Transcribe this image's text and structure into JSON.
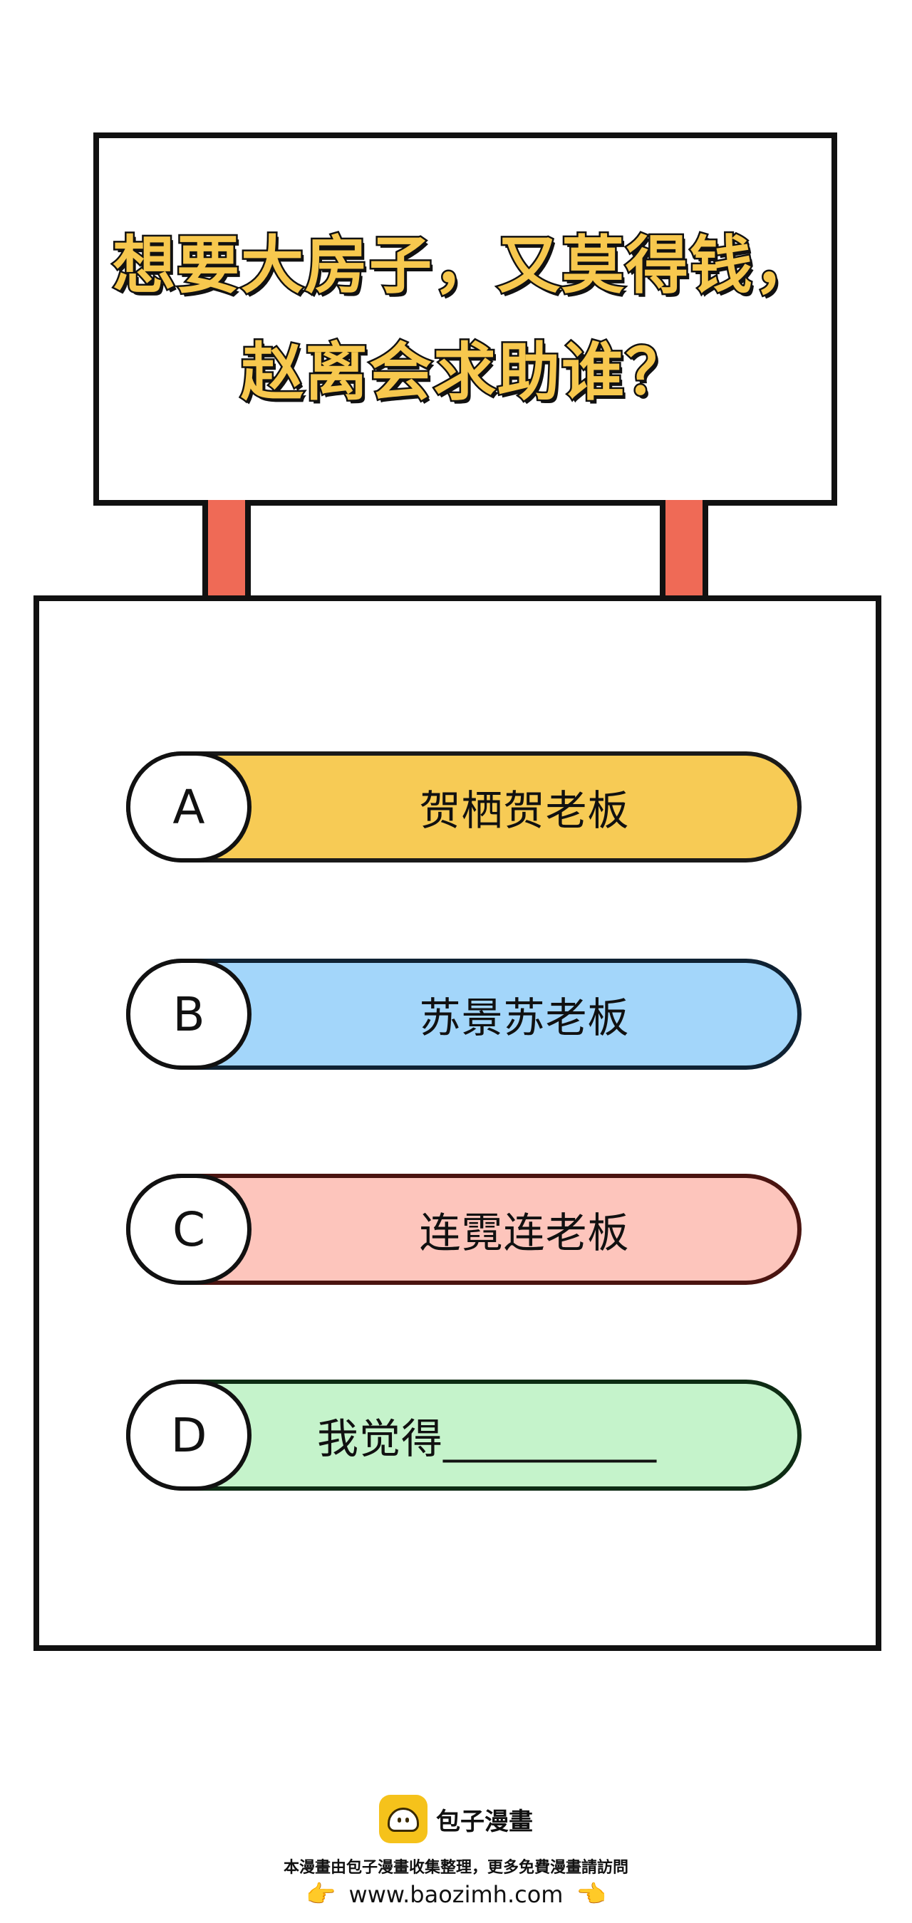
{
  "question": {
    "line1": "想要大房子，又莫得钱，",
    "line2": "赵离会求助谁？"
  },
  "options": [
    {
      "letter": "A",
      "text": "贺栖贺老板"
    },
    {
      "letter": "B",
      "text": "苏景苏老板"
    },
    {
      "letter": "C",
      "text": "连霓连老板"
    },
    {
      "letter": "D",
      "text": "我觉得__________"
    }
  ],
  "footer": {
    "brand": "包子漫畫",
    "note": "本漫畫由包子漫畫收集整理，更多免費漫畫請訪問",
    "left_hand": "👉",
    "url": "www.baozimh.com",
    "right_hand": "👈"
  },
  "colors": {
    "option_a": "#F7CB55",
    "option_b": "#A3D6FA",
    "option_c": "#FDC5BC",
    "option_d": "#C5F3CB",
    "post": "#EF6A56",
    "title_fill": "#F7C84E",
    "brand_icon": "#F5C21B"
  },
  "icons": {
    "brand": "bun-mascot-icon",
    "left_hand": "pointing-right-hand-icon",
    "right_hand": "pointing-left-hand-icon"
  }
}
